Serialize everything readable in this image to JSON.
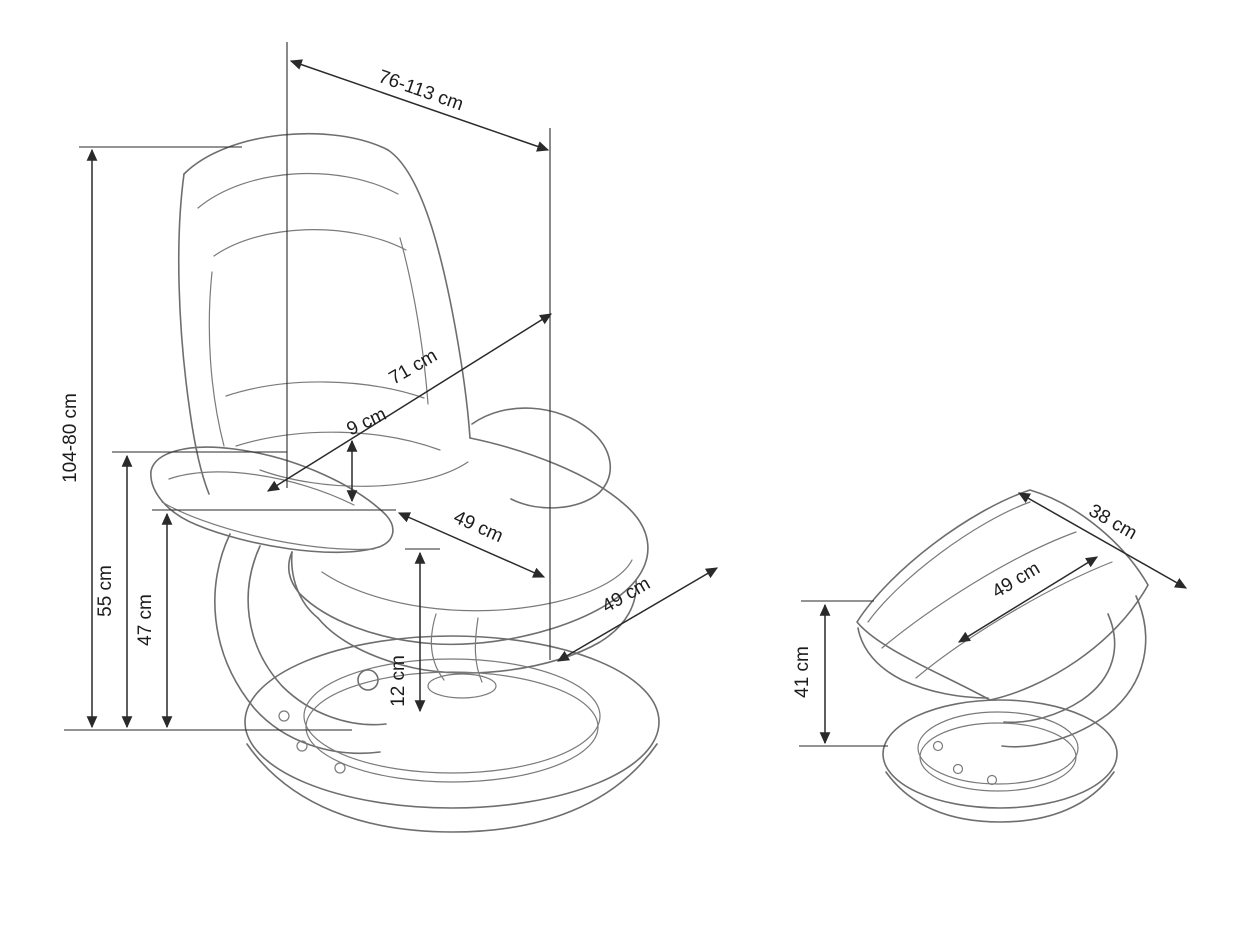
{
  "diagram": {
    "name": "Recliner chair with footstool dimension drawing",
    "unit": "cm",
    "chair": {
      "dims": {
        "depth_range": "76-113 cm",
        "height_range": "104-80 cm",
        "armrest_height": "55 cm",
        "seat_height": "47 cm",
        "back_length": "71 cm",
        "armrest_thickness": "9 cm",
        "seat_width": "49 cm",
        "seat_depth": "49 cm",
        "base_clearance": "12 cm"
      }
    },
    "footstool": {
      "dims": {
        "width": "38 cm",
        "depth": "49 cm",
        "height": "41 cm"
      }
    }
  }
}
